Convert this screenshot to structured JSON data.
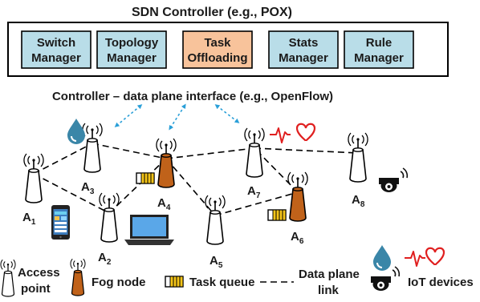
{
  "controller": {
    "title": "SDN Controller (e.g., POX)",
    "modules": [
      {
        "line1": "Switch",
        "line2": "Manager",
        "fill": "#b9dde8"
      },
      {
        "line1": "Topology",
        "line2": "Manager",
        "fill": "#b9dde8"
      },
      {
        "line1": "Task",
        "line2": "Offloading",
        "fill": "#f8c39b"
      },
      {
        "line1": "Stats",
        "line2": "Manager",
        "fill": "#b9dde8"
      },
      {
        "line1": "Rule",
        "line2": "Manager",
        "fill": "#b9dde8"
      }
    ]
  },
  "interface_label": "Controller – data plane interface (e.g., OpenFlow)",
  "nodes": [
    {
      "id": "A1",
      "base": "A",
      "sub": "1",
      "type": "access-point"
    },
    {
      "id": "A2",
      "base": "A",
      "sub": "2",
      "type": "access-point"
    },
    {
      "id": "A3",
      "base": "A",
      "sub": "3",
      "type": "access-point"
    },
    {
      "id": "A4",
      "base": "A",
      "sub": "4",
      "type": "fog-node"
    },
    {
      "id": "A5",
      "base": "A",
      "sub": "5",
      "type": "access-point"
    },
    {
      "id": "A6",
      "base": "A",
      "sub": "6",
      "type": "fog-node"
    },
    {
      "id": "A7",
      "base": "A",
      "sub": "7",
      "type": "access-point"
    },
    {
      "id": "A8",
      "base": "A",
      "sub": "8",
      "type": "access-point"
    }
  ],
  "links": [
    [
      "A1",
      "A3"
    ],
    [
      "A1",
      "A2"
    ],
    [
      "A3",
      "A4"
    ],
    [
      "A2",
      "A4"
    ],
    [
      "A4",
      "A7"
    ],
    [
      "A4",
      "A5"
    ],
    [
      "A5",
      "A6"
    ],
    [
      "A6",
      "A7"
    ],
    [
      "A7",
      "A8"
    ]
  ],
  "legend": {
    "access_point_l1": "Access",
    "access_point_l2": "point",
    "fog_node": "Fog node",
    "task_queue": "Task queue",
    "link_l1": "Data plane",
    "link_l2": "link",
    "iot": "IoT devices"
  },
  "colors": {
    "module_blue": "#b9dde8",
    "module_orange": "#f8c39b",
    "fog_orange": "#c0621a",
    "queue_yellow": "#f5c518",
    "arrow_blue": "#2a9fd8",
    "heart_red": "#e02020",
    "drop_teal": "#3a86a8"
  },
  "icons": [
    "water-drop-icon",
    "heartbeat-icon",
    "camera-icon",
    "smartphone-icon",
    "laptop-icon"
  ]
}
